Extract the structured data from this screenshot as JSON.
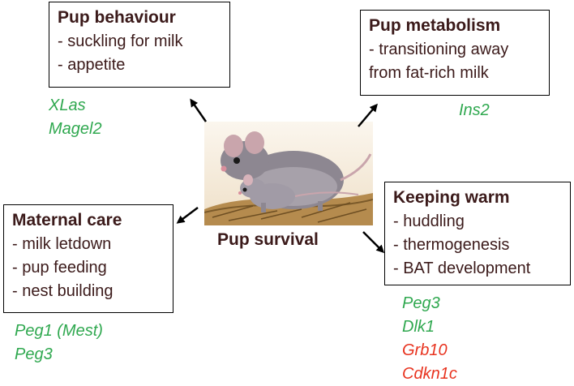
{
  "center": {
    "label": "Pup survival"
  },
  "boxes": {
    "behaviour": {
      "title": "Pup behaviour",
      "items": [
        "- suckling for milk",
        "- appetite"
      ]
    },
    "metabolism": {
      "title": "Pup metabolism",
      "items": [
        "- transitioning away",
        "from fat-rich milk"
      ]
    },
    "maternal": {
      "title": "Maternal care",
      "items": [
        "- milk letdown",
        "- pup feeding",
        "- nest building"
      ]
    },
    "warm": {
      "title": "Keeping warm",
      "items": [
        "- huddling",
        "- thermogenesis",
        "- BAT development"
      ]
    }
  },
  "genes": {
    "behaviour": [
      {
        "name": "XLas",
        "color": "#2fa84f"
      },
      {
        "name": "Magel2",
        "color": "#2fa84f"
      }
    ],
    "metabolism": [
      {
        "name": "Ins2",
        "color": "#2fa84f"
      }
    ],
    "maternal": [
      {
        "name": "Peg1 (Mest)",
        "color": "#2fa84f"
      },
      {
        "name": "Peg3",
        "color": "#2fa84f"
      }
    ],
    "warm": [
      {
        "name": "Peg3",
        "color": "#2fa84f"
      },
      {
        "name": "Dlk1",
        "color": "#2fa84f"
      },
      {
        "name": "Grb10",
        "color": "#e8331f"
      },
      {
        "name": "Cdkn1c",
        "color": "#e8331f"
      }
    ]
  },
  "colors": {
    "paternal_expressed": "#2fa84f",
    "maternal_expressed": "#e8331f"
  },
  "image": {
    "description": "two-mice-on-straw-nest-illustration"
  }
}
